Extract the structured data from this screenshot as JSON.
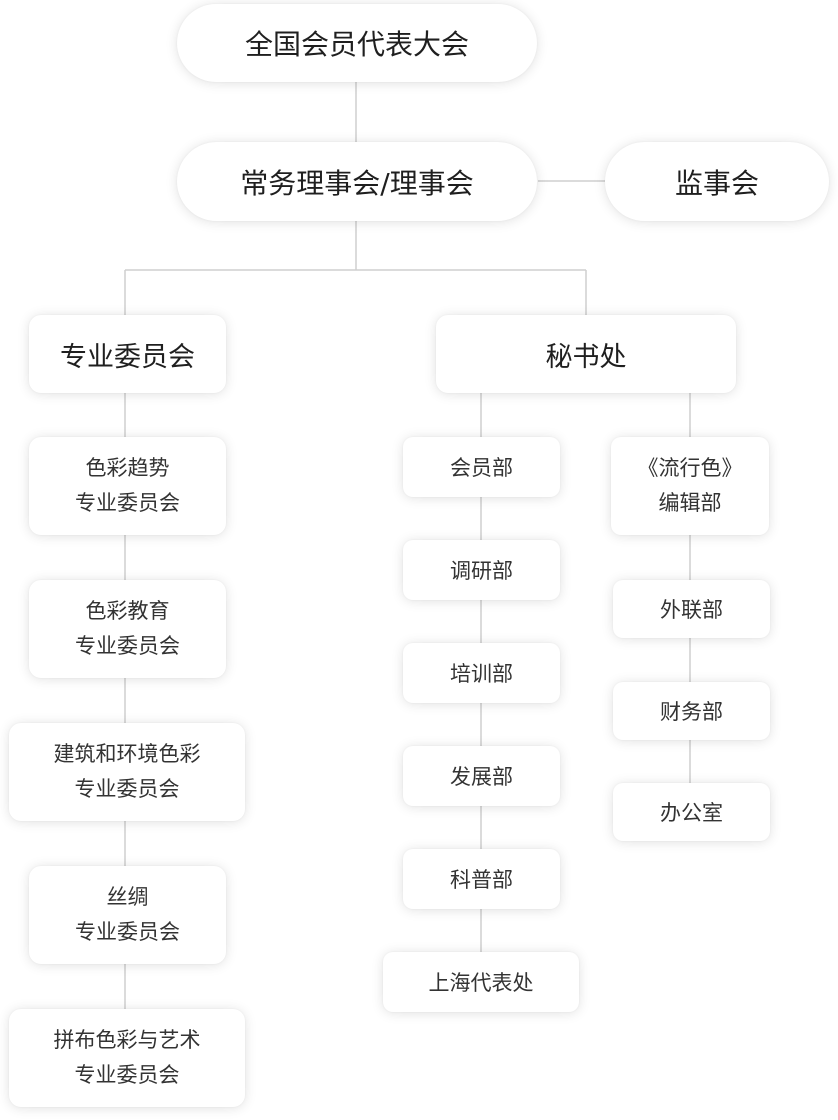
{
  "top": {
    "assembly": "全国会员代表大会",
    "council": "常务理事会/理事会",
    "supervisors": "监事会"
  },
  "branches": {
    "committees": "专业委员会",
    "secretariat": "秘书处"
  },
  "committees": [
    {
      "line1": "色彩趋势",
      "line2": "专业委员会"
    },
    {
      "line1": "色彩教育",
      "line2": "专业委员会"
    },
    {
      "line1": "建筑和环境色彩",
      "line2": "专业委员会"
    },
    {
      "line1": "丝绸",
      "line2": "专业委员会"
    },
    {
      "line1": "拼布色彩与艺术",
      "line2": "专业委员会"
    }
  ],
  "departments_left": [
    "会员部",
    "调研部",
    "培训部",
    "发展部",
    "科普部",
    "上海代表处"
  ],
  "departments_right": [
    {
      "line1": "《流行色》",
      "line2": "编辑部"
    },
    {
      "line1": "外联部"
    },
    {
      "line1": "财务部"
    },
    {
      "line1": "办公室"
    }
  ]
}
